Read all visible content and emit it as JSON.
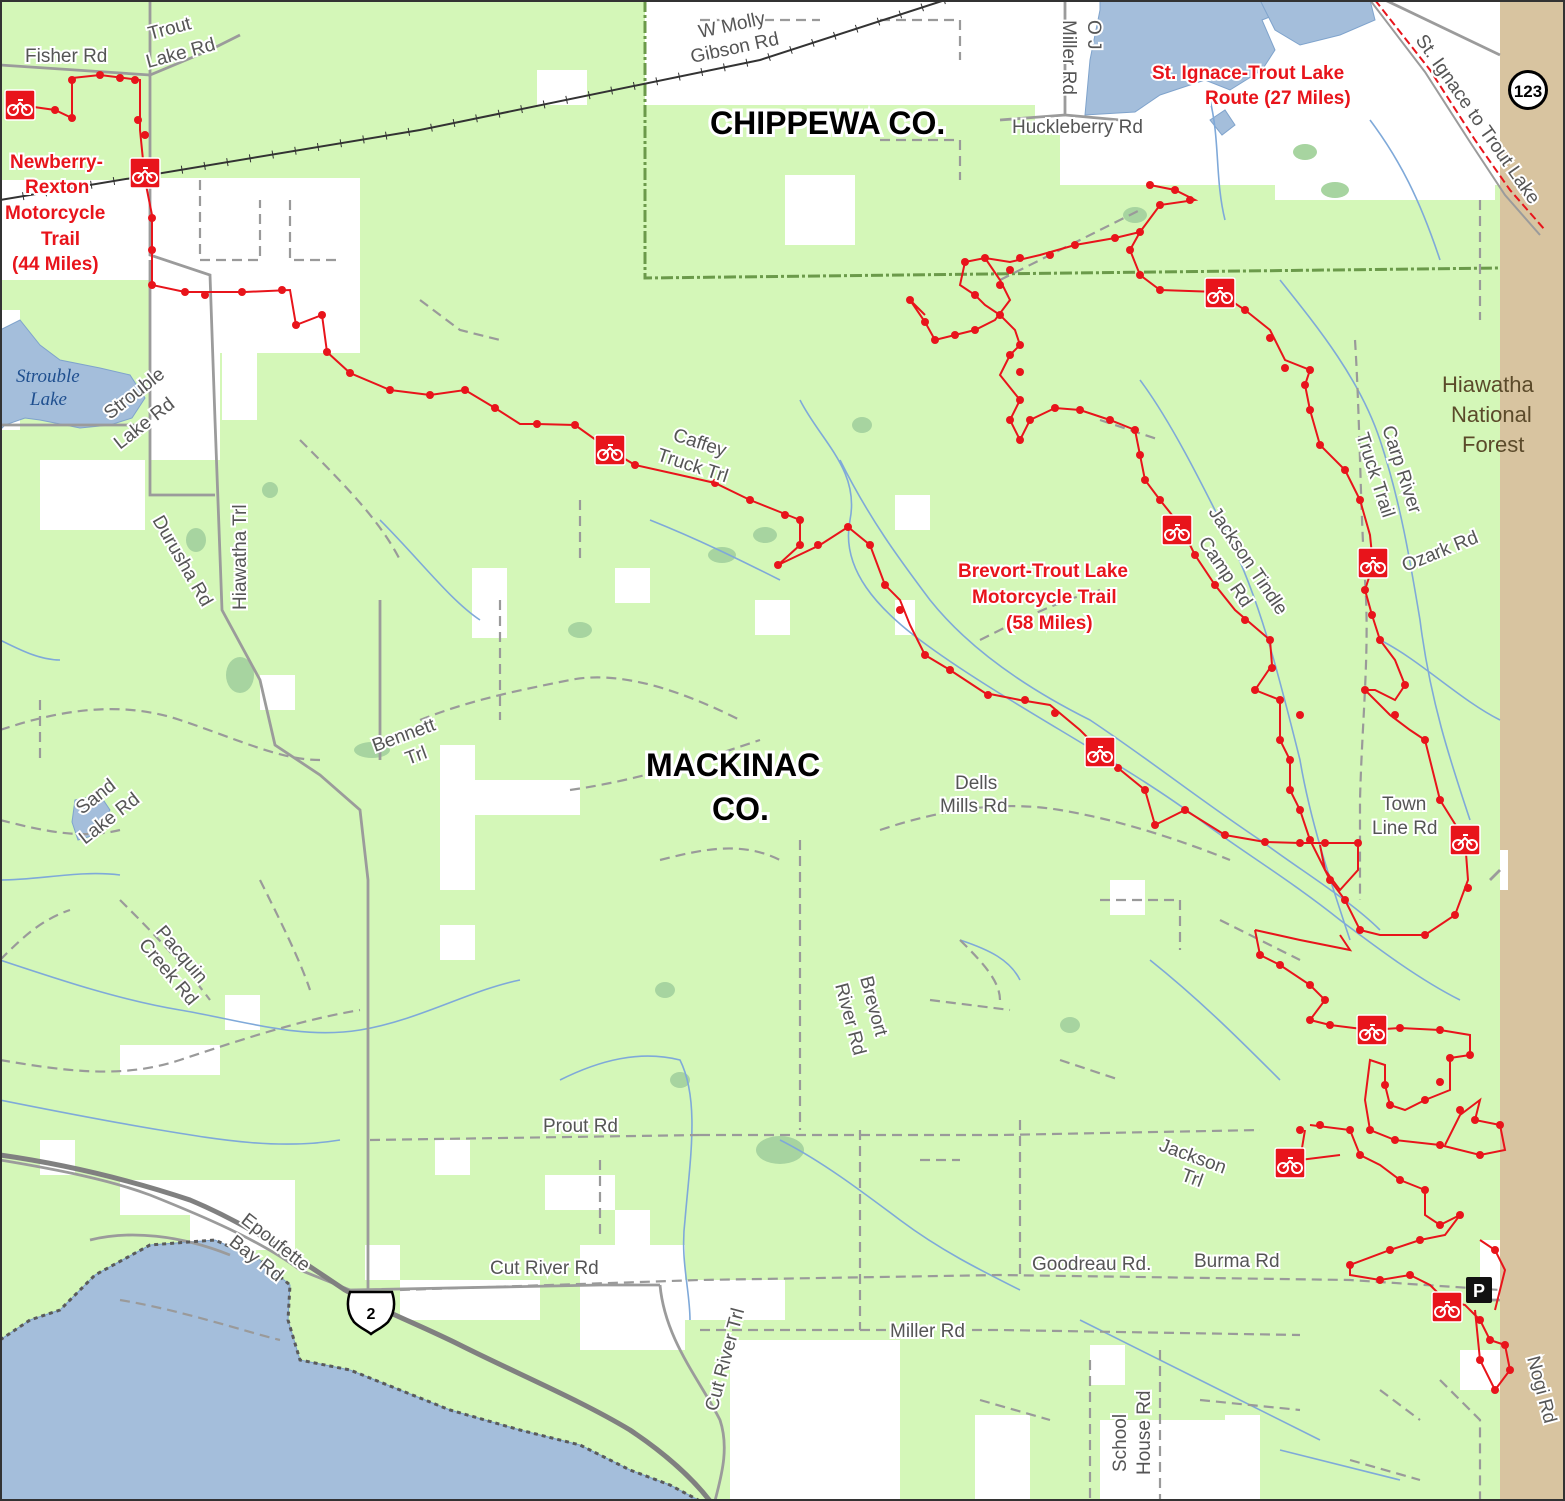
{
  "county_labels": {
    "chippewa": "CHIPPEWA CO.",
    "mackinac_1": "MACKINAC",
    "mackinac_2": "CO."
  },
  "trail_labels": {
    "newberry": [
      "Newberry-",
      "Rexton",
      "Motorcycle",
      "Trail",
      "(44 Miles)"
    ],
    "st_ignace": [
      "St. Ignace-Trout Lake",
      "Route (27 Miles)"
    ],
    "brevort": [
      "Brevort-Trout Lake",
      "Motorcycle Trail",
      "(58 Miles)"
    ]
  },
  "water_labels": {
    "strouble_lake": [
      "Strouble",
      "Lake"
    ]
  },
  "forest_label": [
    "Hiawatha",
    "National",
    "Forest"
  ],
  "route_shields": {
    "us2": "2",
    "m123": "123"
  },
  "parking_symbol": "P",
  "road_labels": {
    "fisher": "Fisher Rd",
    "trout_lake_1": "Trout",
    "trout_lake_2": "Lake Rd",
    "w_molly_1": "W Molly",
    "w_molly_2": "Gibson Rd",
    "oj_miller_1": "O J",
    "oj_miller_2": "Miller Rd",
    "huckleberry": "Huckleberry Rd",
    "st_ignace_trout": "St. Ignace to Trout Lake",
    "strouble_1": "Strouble",
    "strouble_2": "Lake Rd",
    "caffey_1": "Caffey",
    "caffey_2": "Truck Trl",
    "durusha": "Durusha Rd",
    "hiawatha_trl": "Hiawatha Trl",
    "jackson_tindle_1": "Jackson Tindle",
    "jackson_tindle_2": "Camp Rd",
    "carp_river_1": "Carp River",
    "carp_river_2": "Truck Trail",
    "ozark": "Ozark Rd",
    "bennett_1": "Bennett",
    "bennett_2": "Trl",
    "sand_lake_1": "Sand",
    "sand_lake_2": "Lake Rd",
    "dells_1": "Dells",
    "dells_2": "Mills Rd",
    "town_line_1": "Town",
    "town_line_2": "Line Rd",
    "pacquin_1": "Pacquin",
    "pacquin_2": "Creek Rd",
    "brevoort_1": "Brevort",
    "brevoort_2": "River Rd",
    "prout": "Prout Rd",
    "jackson_trl_1": "Jackson",
    "jackson_trl_2": "Trl",
    "epoufette_1": "Epoufette",
    "epoufette_2": "Bay Rd",
    "cut_river": "Cut River Rd",
    "goodreau": "Goodreau Rd.",
    "burma": "Burma Rd",
    "cut_river_trl": "Cut River Trl",
    "miller": "Miller Rd",
    "nogi": "Nogi Rd",
    "school_house_1": "School",
    "school_house_2": "House Rd"
  },
  "colors": {
    "land": "#d4f7b8",
    "private_land": "#ffffff",
    "water": "#a4bedb",
    "forest_strip": "#d8c4a0",
    "trail": "#e8141b",
    "road": "#999999",
    "county_line": "#6b9a4a",
    "stream": "#7fa9d9"
  }
}
